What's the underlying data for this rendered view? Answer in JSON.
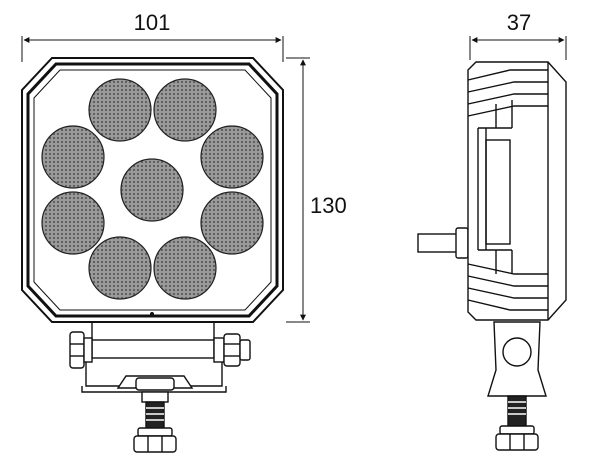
{
  "dimensions": {
    "width_label": "101",
    "depth_label": "37",
    "height_label": "130"
  },
  "colors": {
    "stroke": "#111111",
    "lens_fill": "#8a8a8a",
    "background": "#ffffff"
  },
  "front_view": {
    "lens_count": 9
  }
}
